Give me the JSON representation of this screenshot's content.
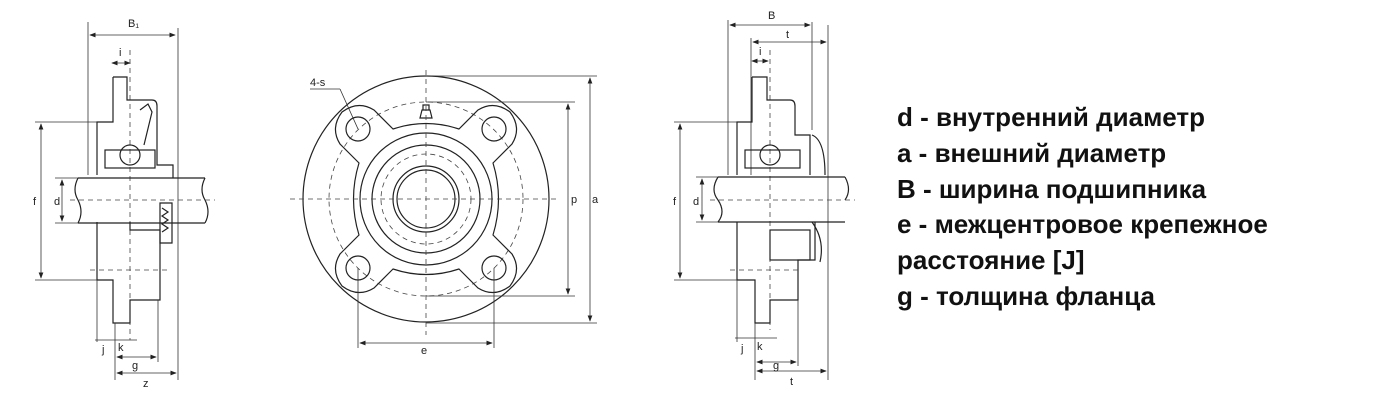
{
  "left_view": {
    "labels": {
      "B1": "B₁",
      "i": "i",
      "f": "f",
      "d": "d",
      "j": "j",
      "k": "k",
      "g": "g",
      "z": "z"
    }
  },
  "front_view": {
    "labels": {
      "s": "4-s",
      "p": "p",
      "a": "a",
      "e": "e"
    }
  },
  "right_view": {
    "labels": {
      "B": "B",
      "t_top": "t",
      "i": "i",
      "f": "f",
      "d": "d",
      "j": "j",
      "k": "k",
      "g": "g",
      "t_bottom": "t"
    }
  },
  "legend": [
    "d - внутренний диаметр",
    "a - внешний диаметр",
    "B - ширина подшипника",
    "e - межцентровое крепежное",
    "расстояние [J]",
    "g - толщина фланца"
  ]
}
